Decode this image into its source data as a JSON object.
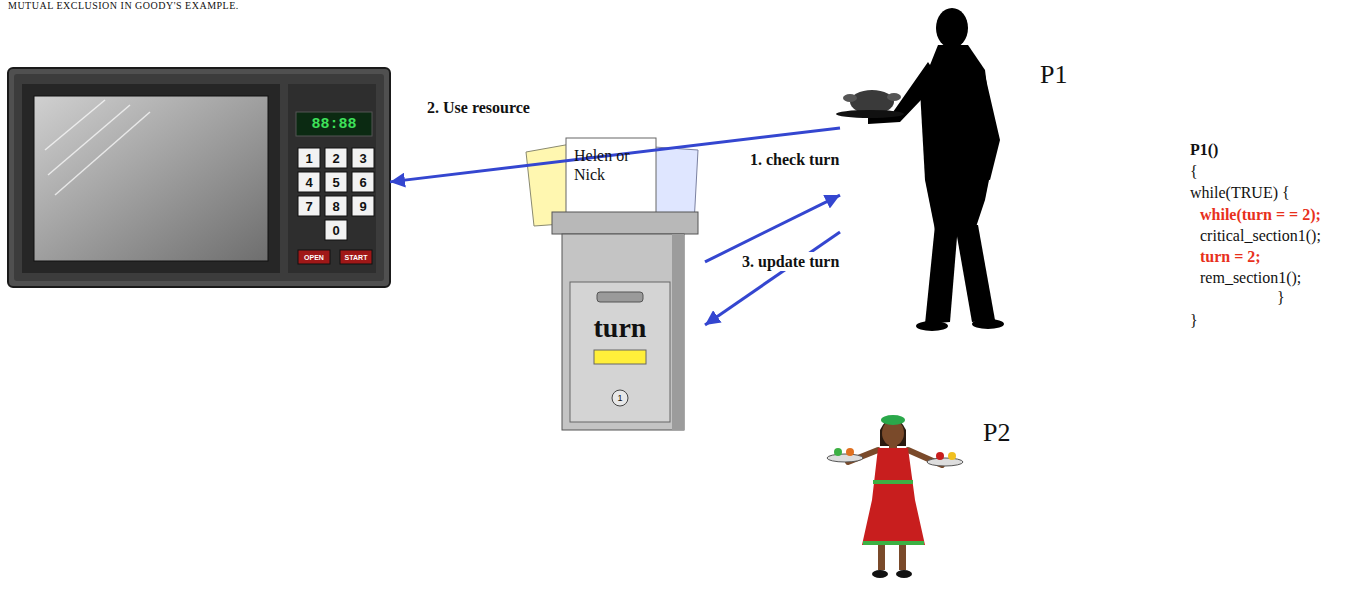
{
  "diagram": {
    "title": "MUTUAL EXCLUSION IN GOODY'S EXAMPLE.",
    "nodes": [
      {
        "text": [
          "88:88",
          "1",
          "2",
          "3",
          "4",
          "5",
          "6",
          "7",
          "8",
          "9",
          "0",
          "OPEN",
          "START"
        ]
      },
      {
        "text": [
          "Helen or Nick",
          "turn",
          "1"
        ]
      },
      {
        "text": [
          "P1"
        ]
      },
      {
        "text": [
          "P2"
        ]
      }
    ],
    "edges": [
      {
        "from": 2,
        "to": 0,
        "label": "2. Use resource",
        "arrow": "to"
      },
      {
        "from": 1,
        "to": 2,
        "label": "1. check turn",
        "arrow": "to"
      },
      {
        "from": 2,
        "to": 1,
        "label": "3. update turn",
        "arrow": "to"
      }
    ],
    "labels": [
      "P1()",
      "{",
      "while(TRUE) {",
      "while(turn = = 2);",
      "critical_section1();",
      "turn = 2;",
      "rem_section1();",
      "}",
      "}"
    ]
  }
}
